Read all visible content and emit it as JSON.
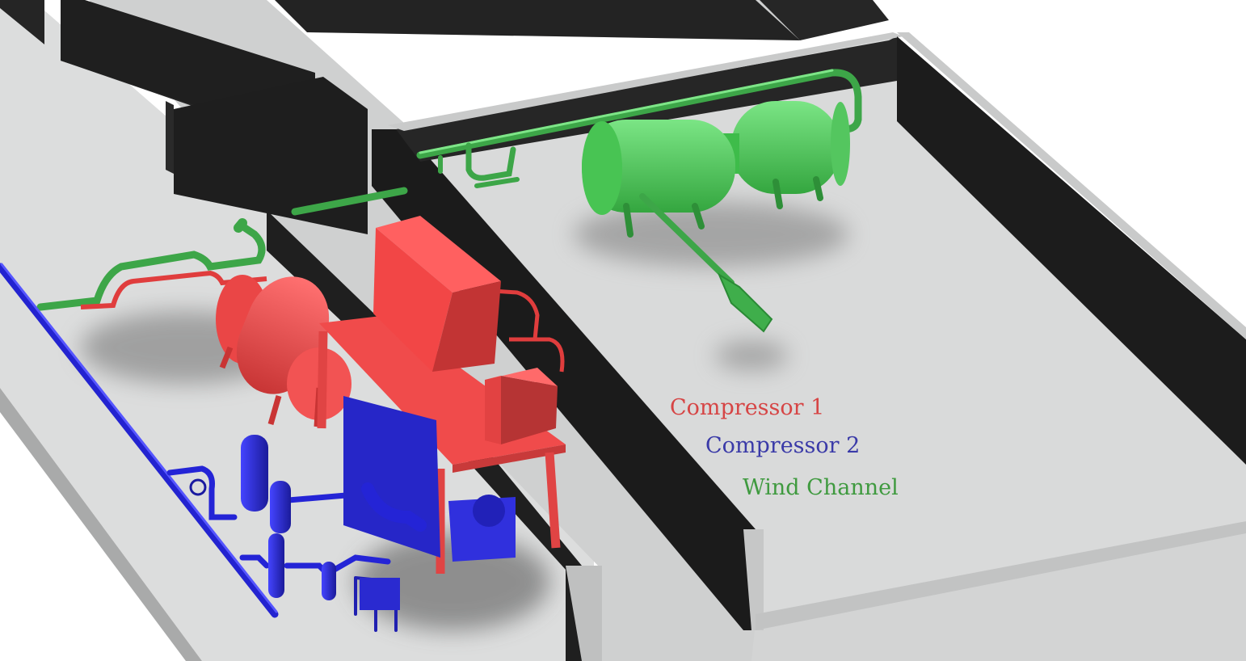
{
  "legend": {
    "compressor1": {
      "label": "Compressor 1",
      "color": "#d64545"
    },
    "compressor2": {
      "label": "Compressor 2",
      "color": "#3a3aa8"
    },
    "wind_channel": {
      "label": "Wind Channel",
      "color": "#3f9a3f"
    }
  },
  "colors": {
    "floor": "#d8d9d9",
    "wall_dark": "#222222",
    "wall_top": "#cfd0d0",
    "red_equipment": "#f24b4b",
    "blue_equipment": "#2b2bd8",
    "green_equipment": "#4fcf5a"
  }
}
